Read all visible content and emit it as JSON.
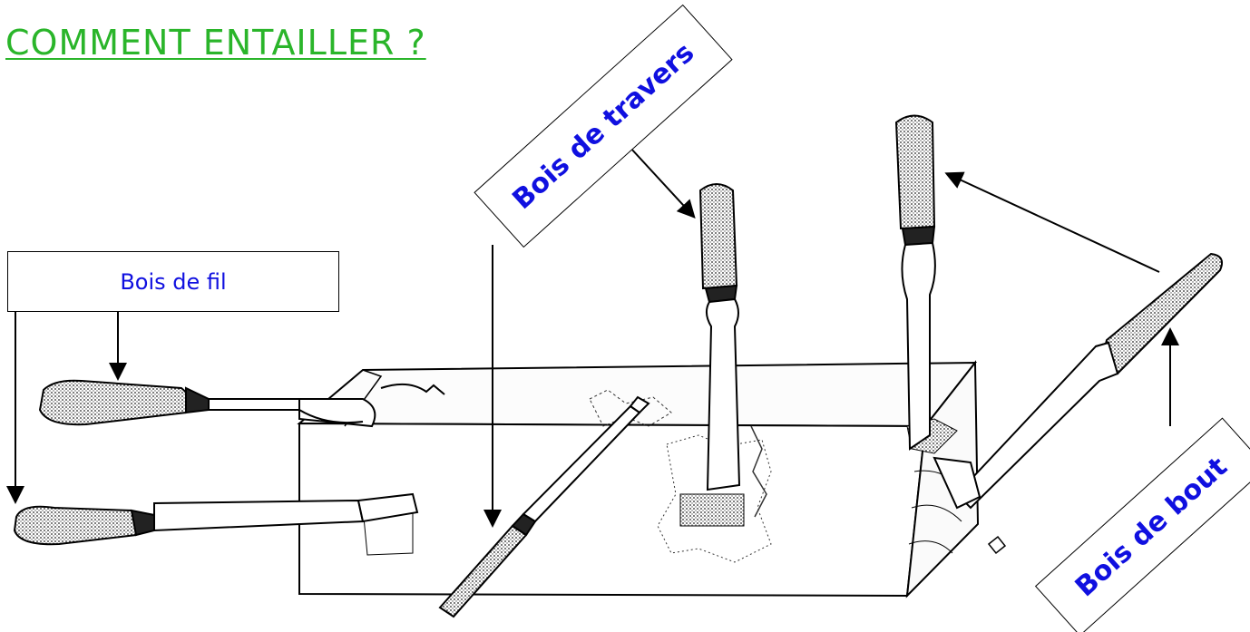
{
  "title": "COMMENT ENTAILLER ?",
  "labels": {
    "fil": "Bois de fil",
    "travers": "Bois de travers",
    "bout": "Bois de bout"
  },
  "colors": {
    "title": "#2ab52a",
    "label_text": "#1010e0",
    "line": "#000000"
  }
}
